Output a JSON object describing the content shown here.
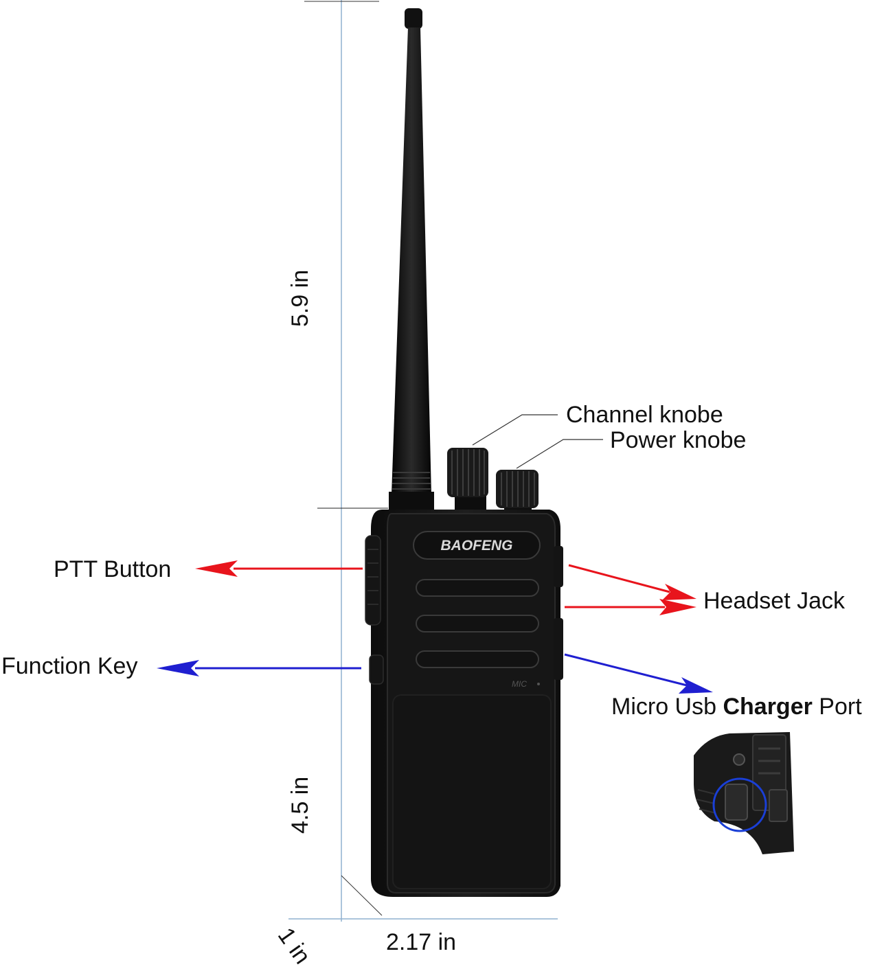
{
  "dimensions": {
    "total_height": "5.9 in",
    "body_height": "4.5 in",
    "width": "2.17 in",
    "depth": "1 in"
  },
  "brand": "BAOFENG",
  "mic_label": "MIC",
  "callouts": {
    "channel_knob": "Channel knobe",
    "power_knob": "Power knobe",
    "ptt_button": "PTT Button",
    "headset_jack": "Headset Jack",
    "function_key": "Function Key",
    "charger_port_prefix": "Micro Usb ",
    "charger_port_bold": "Charger",
    "charger_port_suffix": " Port"
  },
  "colors": {
    "red_arrow": "#e8141c",
    "blue_arrow": "#1f1fd0",
    "dimension_line": "#8fb0cf",
    "radio_body": "#151515",
    "highlight_circle": "#1a3fd6"
  }
}
